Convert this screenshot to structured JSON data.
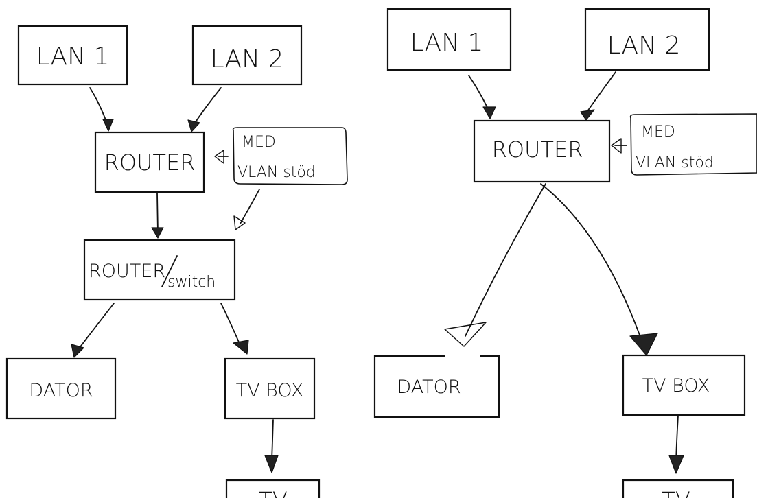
{
  "left_diagram": {
    "lan1": "LAN 1",
    "lan2": "LAN 2",
    "router": "ROUTER",
    "note_line1": "MED",
    "note_line2": "VLAN stöd",
    "router_switch_a": "ROUTER",
    "router_switch_b": "switch",
    "dator": "DATOR",
    "tvbox": "TV BOX",
    "tv": "TV"
  },
  "right_diagram": {
    "lan1": "LAN 1",
    "lan2": "LAN 2",
    "router": "ROUTER",
    "note_line1": "MED",
    "note_line2": "VLAN stöd",
    "dator": "DATOR",
    "tvbox": "TV BOX",
    "tv": "TV"
  }
}
